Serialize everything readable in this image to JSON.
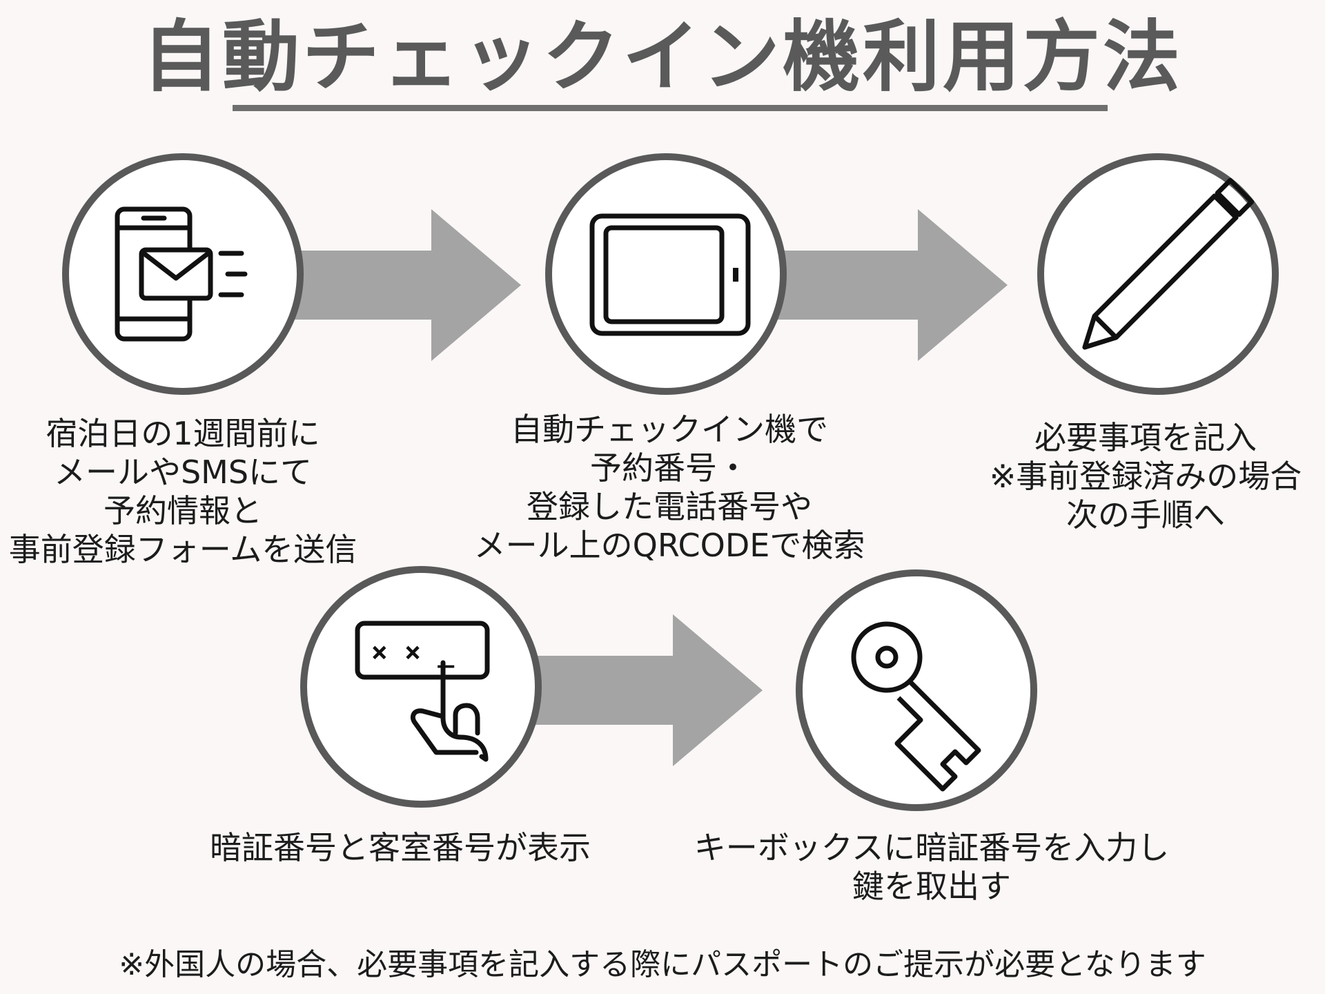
{
  "title": "自動チェックイン機利用方法",
  "steps": [
    {
      "icon": "smartphone-mail-icon",
      "caption": "宿泊日の1週間前に\nメールやSMSにて\n予約情報と\n事前登録フォームを送信"
    },
    {
      "icon": "tablet-icon",
      "caption": "自動チェックイン機で\n予約番号・\n登録した電話番号や\nメール上のQRCODEで検索"
    },
    {
      "icon": "pencil-icon",
      "caption": "必要事項を記入\n※事前登録済みの場合\n次の手順へ"
    },
    {
      "icon": "pin-entry-hand-icon",
      "caption": "暗証番号と客室番号が表示"
    },
    {
      "icon": "key-icon",
      "caption": "キーボックスに暗証番号を入力し\n鍵を取出す"
    }
  ],
  "pin_display": "× × _",
  "footnote": "※外国人の場合、必要事項を記入する際にパスポートのご提示が必要となります",
  "colors": {
    "background": "#faf7f6",
    "title": "#5a5a5a",
    "circle_border": "#595959",
    "arrow": "#a4a4a4",
    "icon": "#111111"
  }
}
